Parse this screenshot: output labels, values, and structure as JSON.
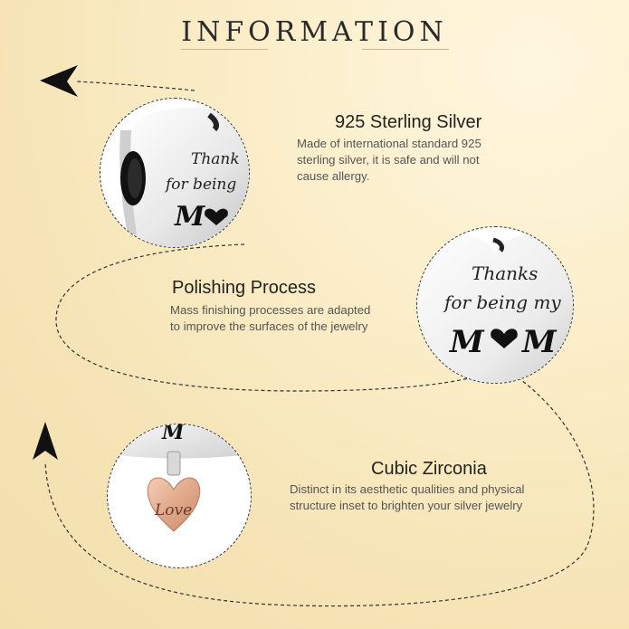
{
  "header": {
    "title": "INFORMATION"
  },
  "features": [
    {
      "title": "925 Sterling Silver",
      "description": "Made of international standard 925 sterling silver, it is safe and will not cause allergy."
    },
    {
      "title": "Polishing Process",
      "description": "Mass finishing processes are adapted to improve the surfaces of the jewelry"
    },
    {
      "title": "Cubic Zirconia",
      "description": "Distinct in its aesthetic qualities and physical structure inset to brighten your silver jewelry"
    }
  ],
  "engravings": {
    "circle1_line1": "Thank",
    "circle1_line2": "for being",
    "circle1_mom": "M",
    "circle2_line1": "Thanks",
    "circle2_line2": "for being my",
    "circle2_mom1": "M",
    "circle2_mom2": "M",
    "circle3_love": "Love"
  },
  "colors": {
    "background": "#f6e4b6",
    "text_dark": "#222222",
    "text_desc": "#555555",
    "rose_gold": "#e0a98a",
    "silver": "#e8e8e8"
  },
  "icons": [
    "arrow-left-icon",
    "arrow-up-icon",
    "heart-icon"
  ]
}
